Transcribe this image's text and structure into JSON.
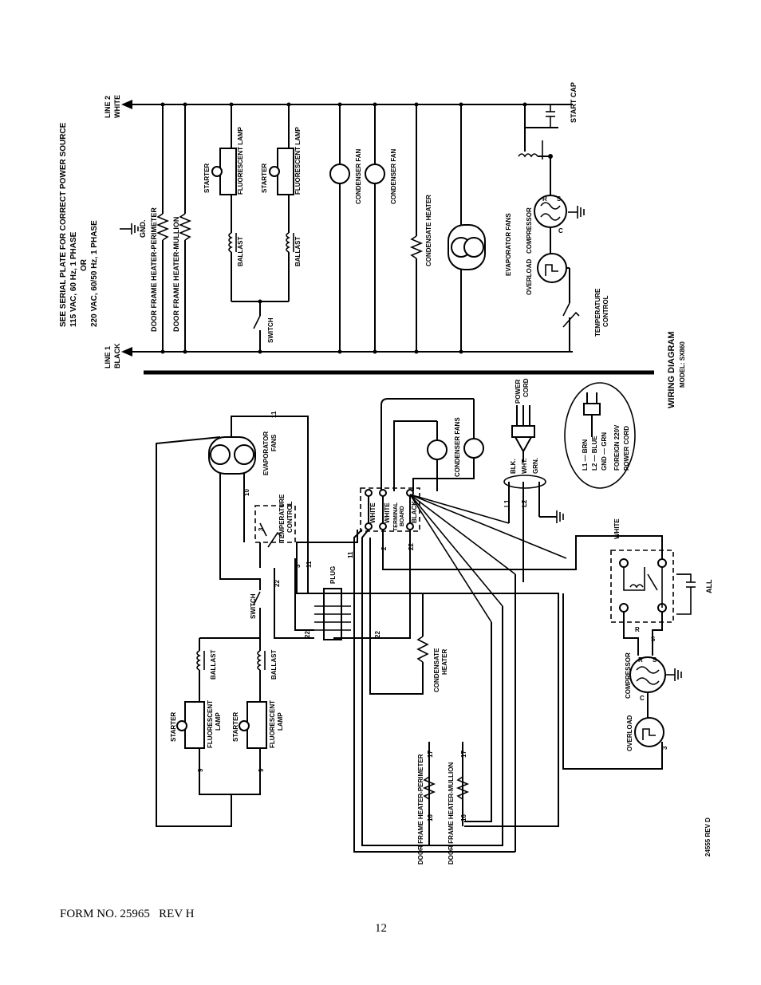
{
  "title": "WIRING DIAGRAM",
  "model": "MODEL: SX860",
  "notes": {
    "line1": "SEE SERIAL PLATE FOR CORRECT POWER SOURCE",
    "line2": "115 VAC, 60 Hz, 1 PHASE",
    "line3": "OR",
    "line4": "220 VAC, 60/50 Hz, 1 PHASE"
  },
  "schematic": {
    "line2": "LINE 2",
    "line2_color": "WHITE",
    "line1": "LINE 1",
    "line1_color": "BLACK",
    "gnd": "GND.",
    "door_perimeter": "DOOR FRAME HEATER-PERIMETER",
    "door_mullion": "DOOR FRAME HEATER-MULLION",
    "starter1": "STARTER",
    "starter2": "STARTER",
    "lamp1": "FLUORESCENT LAMP",
    "lamp2": "FLUORESCENT LAMP",
    "ballast1": "BALLAST",
    "ballast2": "BALLAST",
    "switch": "SWITCH",
    "cond_fan1": "CONDENSER FAN",
    "cond_fan2": "CONDENSER FAN",
    "cond_heater": "CONDENSATE HEATER",
    "evap_fans": "EVAPORATOR FANS",
    "overload": "OVERLOAD",
    "compressor": "COMPRESSOR",
    "temp_control": "TEMPERATURE CONTROL",
    "start_cap": "START CAP",
    "r": "R",
    "s": "S",
    "c": "C"
  },
  "pictorial": {
    "power_cord": "POWER CORD",
    "blk": "BLK.",
    "wht": "WHT.",
    "grn": "GRN.",
    "l1": "L1",
    "l2": "L2",
    "foreign_l1": "L1 — BRN",
    "foreign_l2": "L2 — BLUE",
    "foreign_gnd": "GND — GRN",
    "foreign_cord": "FOREIGN 220V POWER CORD",
    "condenser_fans": "CONDENSER FANS",
    "evap_fans": "EVAPORATOR FANS",
    "temp_control": "TEMPERATURE CONTROL",
    "switch": "SWITCH",
    "ballast1": "BALLAST",
    "ballast2": "BALLAST",
    "starter1": "STARTER",
    "starter2": "STARTER",
    "lamp1": "FLUORESCENT LAMP",
    "lamp2": "FLUORESCENT LAMP",
    "plug": "PLUG",
    "terminal_board": "TERMINAL BOARD",
    "tb_white1": "WHITE",
    "tb_white2": "WHITE",
    "tb_black": "BLACK",
    "cond_heater": "CONDENSATE HEATER",
    "door_perimeter": "DOOR FRAME HEATER-PERIMETER",
    "door_mullion": "DOOR FRAME HEATER-MULLION",
    "white": "WHITE",
    "all": "ALL",
    "compressor": "COMPRESSOR",
    "overload": "OVERLOAD",
    "n_11a": "11",
    "n_11b": "11",
    "n_11c": "11",
    "n_10": "10",
    "n_3a": "3",
    "n_3b": "3",
    "n_3c": "3",
    "n_22a": "22",
    "n_22b": "22",
    "n_22c": "22",
    "n_22d": "22",
    "n_9a": "9",
    "n_9b": "9",
    "n_2": "2",
    "n_16a": "16",
    "n_16b": "16",
    "n_17a": "17",
    "n_17b": "17",
    "r": "R",
    "s": "S",
    "r2": "R",
    "s2": "S",
    "c": "C"
  },
  "revision": "24555  REV D",
  "footer": {
    "form_no": "FORM NO. 25965   REV H",
    "page": "12"
  }
}
